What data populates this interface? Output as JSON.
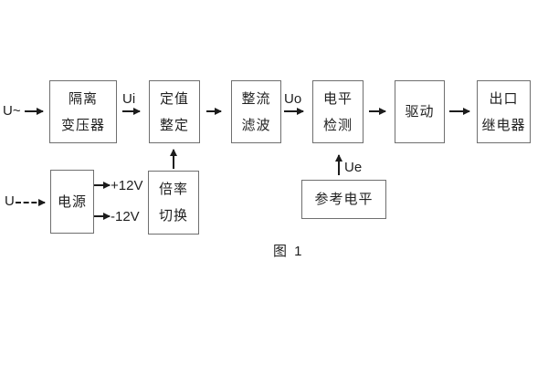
{
  "colors": {
    "background": "#ffffff",
    "box_border": "#6f6f6f",
    "text": "#1f1f1f",
    "arrow": "#1c1c1c"
  },
  "caption": "图 1",
  "inputs": {
    "ac": "U~",
    "dc": "U"
  },
  "signals": {
    "ui": "Ui",
    "uo": "Uo",
    "ue": "Ue",
    "plus12": "+12V",
    "minus12": "-12V"
  },
  "blocks": [
    {
      "id": "isolation-transformer",
      "lines": [
        "隔离",
        "变压器"
      ]
    },
    {
      "id": "setting-adjustment",
      "lines": [
        "定值",
        "整定"
      ]
    },
    {
      "id": "rectifier-filter",
      "lines": [
        "整流",
        "滤波"
      ]
    },
    {
      "id": "level-detection",
      "lines": [
        "电平",
        "检测"
      ]
    },
    {
      "id": "driver",
      "lines": [
        "驱动"
      ]
    },
    {
      "id": "output-relay",
      "lines": [
        "出口",
        "继电器"
      ]
    },
    {
      "id": "power-supply",
      "lines": [
        "电源"
      ]
    },
    {
      "id": "ratio-switch",
      "lines": [
        "倍率",
        "切换"
      ]
    },
    {
      "id": "reference-level",
      "lines": [
        "参考电平"
      ]
    }
  ]
}
